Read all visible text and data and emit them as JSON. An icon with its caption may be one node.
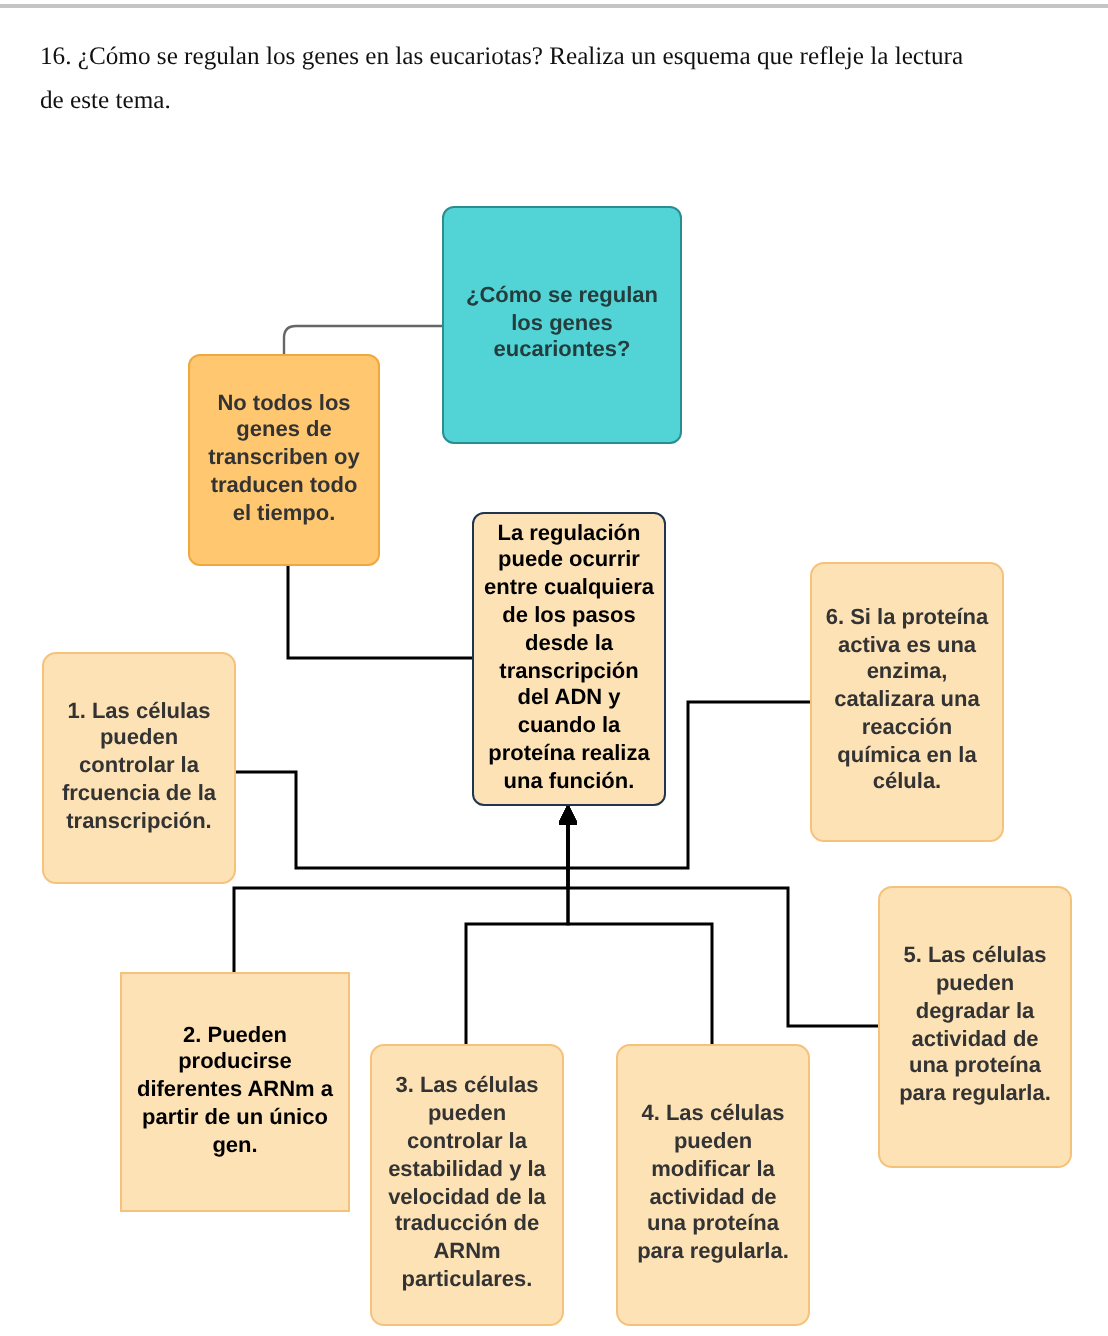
{
  "diagram": {
    "title": "16. ¿Cómo se regulan los genes en las eucariotas? Realiza un esquema que refleje la lectura de este tema.",
    "nodes": [
      {
        "text": [
          "¿Cómo se regulan los genes eucariontes?"
        ]
      },
      {
        "text": [
          "No todos los genes de transcriben oy traducen todo el tiempo."
        ]
      },
      {
        "text": [
          "La regulación puede ocurrir entre cualquiera de los pasos desde la transcripción del ADN y cuando la proteína realiza una función."
        ]
      },
      {
        "text": [
          "6. Si la proteína activa es una enzima, catalizara una reacción química en la célula."
        ]
      },
      {
        "text": [
          "1. Las células pueden controlar la frcuencia de la transcripción."
        ]
      },
      {
        "text": [
          "5. Las células pueden degradar la actividad de una proteína para regularla."
        ]
      },
      {
        "text": [
          "2. Pueden producirse diferentes ARNm a partir de un único gen."
        ]
      },
      {
        "text": [
          "3. Las células pueden controlar la estabilidad y la velocidad de la traducción de ARNm particulares."
        ]
      },
      {
        "text": [
          "4. Las células pueden modificar la actividad de una proteína para regularla."
        ]
      }
    ],
    "edges": [
      {
        "from": 0,
        "to": 1,
        "arrow": "none",
        "color": "#666666"
      },
      {
        "from": 1,
        "to": 2,
        "arrow": "none"
      },
      {
        "from": 4,
        "to": 2,
        "arrow": "to"
      },
      {
        "from": 6,
        "to": 2,
        "arrow": "to"
      },
      {
        "from": 7,
        "to": 2,
        "arrow": "to"
      },
      {
        "from": 8,
        "to": 2,
        "arrow": "to"
      },
      {
        "from": 5,
        "to": 2,
        "arrow": "to"
      },
      {
        "from": 3,
        "to": 2,
        "arrow": "to"
      }
    ]
  }
}
